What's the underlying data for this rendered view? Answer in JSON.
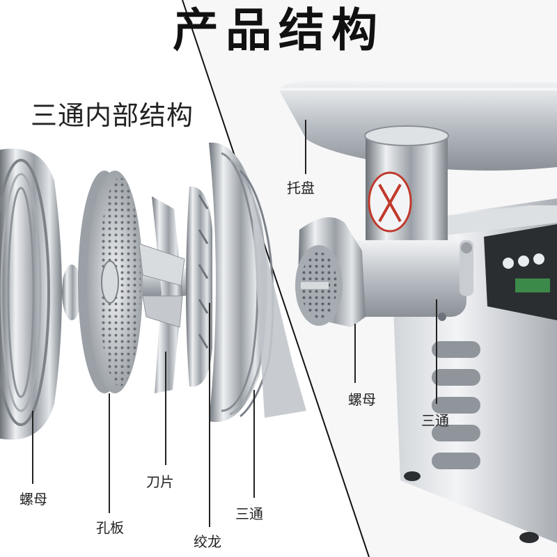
{
  "title": "产品结构",
  "subtitle": "三通内部结构",
  "left_labels": {
    "nut": "螺母",
    "plate": "孔板",
    "blade": "刀片",
    "auger": "绞龙",
    "tee": "三通"
  },
  "right_labels": {
    "tray": "托盘",
    "nut": "螺母",
    "tee": "三通"
  },
  "colors": {
    "steel_light": "#eef0f2",
    "steel_mid": "#b9bec4",
    "steel_dark": "#6d737a",
    "panel_dark": "#2b2e31"
  }
}
